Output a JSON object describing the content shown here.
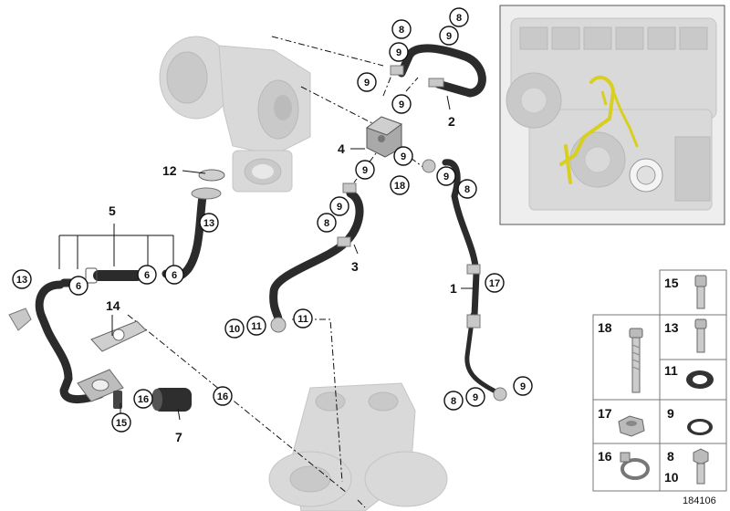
{
  "diagram": {
    "image_number": "184106",
    "part_labels": [
      "1",
      "2",
      "3",
      "4",
      "5",
      "7",
      "12",
      "14"
    ],
    "callouts": [
      "8",
      "9",
      "10",
      "11",
      "13",
      "16",
      "17",
      "18"
    ],
    "legend_table": {
      "cells": [
        "15",
        "18",
        "13",
        "11",
        "9",
        "17",
        "16",
        "8",
        "10"
      ]
    },
    "inset": {
      "highlight_color": "#d8cf20"
    },
    "colors": {
      "hose": "#2b2b2b",
      "ghost_part": "#d9d9d9",
      "inset_background": "#e6e6e6"
    }
  }
}
